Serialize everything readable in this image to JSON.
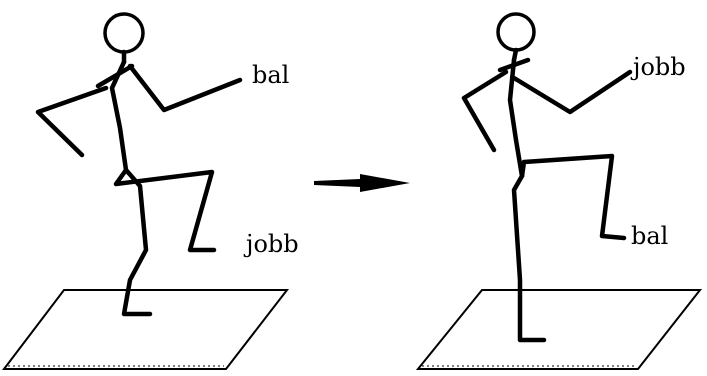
{
  "colors": {
    "ink": "#000000",
    "background": "#ffffff"
  },
  "left_figure": {
    "upper_label": "bal",
    "lower_label": "jobb"
  },
  "right_figure": {
    "upper_label": "jobb",
    "lower_label": "bal"
  },
  "transition": {
    "icon": "arrow-right-icon"
  }
}
